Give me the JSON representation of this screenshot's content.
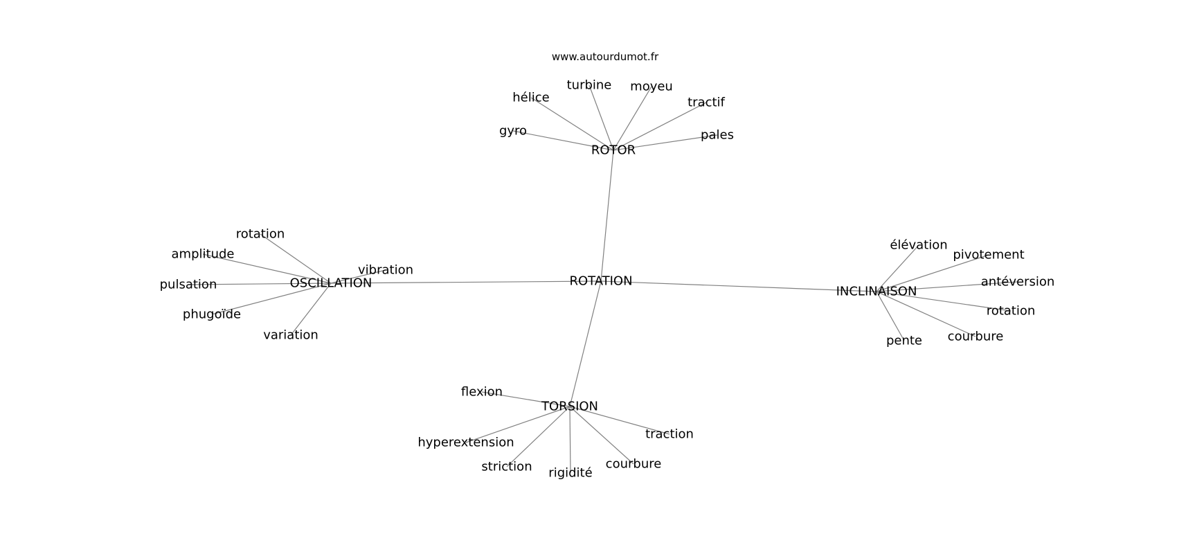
{
  "watermark": "www.autourdumot.fr",
  "graph": {
    "center": "ROTATION",
    "nodes": [
      {
        "id": "rotation_center",
        "label": "ROTATION"
      },
      {
        "id": "rotor",
        "label": "ROTOR"
      },
      {
        "id": "oscillation",
        "label": "OSCILLATION"
      },
      {
        "id": "inclinaison",
        "label": "INCLINAISON"
      },
      {
        "id": "torsion",
        "label": "TORSION"
      },
      {
        "id": "helice",
        "label": "hélice"
      },
      {
        "id": "turbine",
        "label": "turbine"
      },
      {
        "id": "moyeu",
        "label": "moyeu"
      },
      {
        "id": "tractif",
        "label": "tractif"
      },
      {
        "id": "gyro",
        "label": "gyro"
      },
      {
        "id": "pales",
        "label": "pales"
      },
      {
        "id": "rotation_osc",
        "label": "rotation"
      },
      {
        "id": "amplitude",
        "label": "amplitude"
      },
      {
        "id": "vibration",
        "label": "vibration"
      },
      {
        "id": "pulsation",
        "label": "pulsation"
      },
      {
        "id": "phugoide",
        "label": "phugoïde"
      },
      {
        "id": "variation",
        "label": "variation"
      },
      {
        "id": "elevation",
        "label": "élévation"
      },
      {
        "id": "pivotement",
        "label": "pivotement"
      },
      {
        "id": "anteversion",
        "label": "antéversion"
      },
      {
        "id": "rotation_inc",
        "label": "rotation"
      },
      {
        "id": "courbure_inc",
        "label": "courbure"
      },
      {
        "id": "pente",
        "label": "pente"
      },
      {
        "id": "flexion",
        "label": "flexion"
      },
      {
        "id": "traction",
        "label": "traction"
      },
      {
        "id": "hyperextension",
        "label": "hyperextension"
      },
      {
        "id": "striction",
        "label": "striction"
      },
      {
        "id": "rigidite",
        "label": "rigidité"
      },
      {
        "id": "courbure_tor",
        "label": "courbure"
      }
    ],
    "edges": [
      [
        "rotation_center",
        "rotor"
      ],
      [
        "rotation_center",
        "oscillation"
      ],
      [
        "rotation_center",
        "inclinaison"
      ],
      [
        "rotation_center",
        "torsion"
      ],
      [
        "rotor",
        "helice"
      ],
      [
        "rotor",
        "turbine"
      ],
      [
        "rotor",
        "moyeu"
      ],
      [
        "rotor",
        "tractif"
      ],
      [
        "rotor",
        "gyro"
      ],
      [
        "rotor",
        "pales"
      ],
      [
        "oscillation",
        "rotation_osc"
      ],
      [
        "oscillation",
        "amplitude"
      ],
      [
        "oscillation",
        "vibration"
      ],
      [
        "oscillation",
        "pulsation"
      ],
      [
        "oscillation",
        "phugoide"
      ],
      [
        "oscillation",
        "variation"
      ],
      [
        "inclinaison",
        "elevation"
      ],
      [
        "inclinaison",
        "pivotement"
      ],
      [
        "inclinaison",
        "anteversion"
      ],
      [
        "inclinaison",
        "rotation_inc"
      ],
      [
        "inclinaison",
        "courbure_inc"
      ],
      [
        "inclinaison",
        "pente"
      ],
      [
        "torsion",
        "flexion"
      ],
      [
        "torsion",
        "traction"
      ],
      [
        "torsion",
        "hyperextension"
      ],
      [
        "torsion",
        "striction"
      ],
      [
        "torsion",
        "rigidite"
      ],
      [
        "torsion",
        "courbure_tor"
      ]
    ]
  },
  "colors": {
    "edge": "#808080",
    "text": "#000000",
    "background": "#ffffff"
  }
}
